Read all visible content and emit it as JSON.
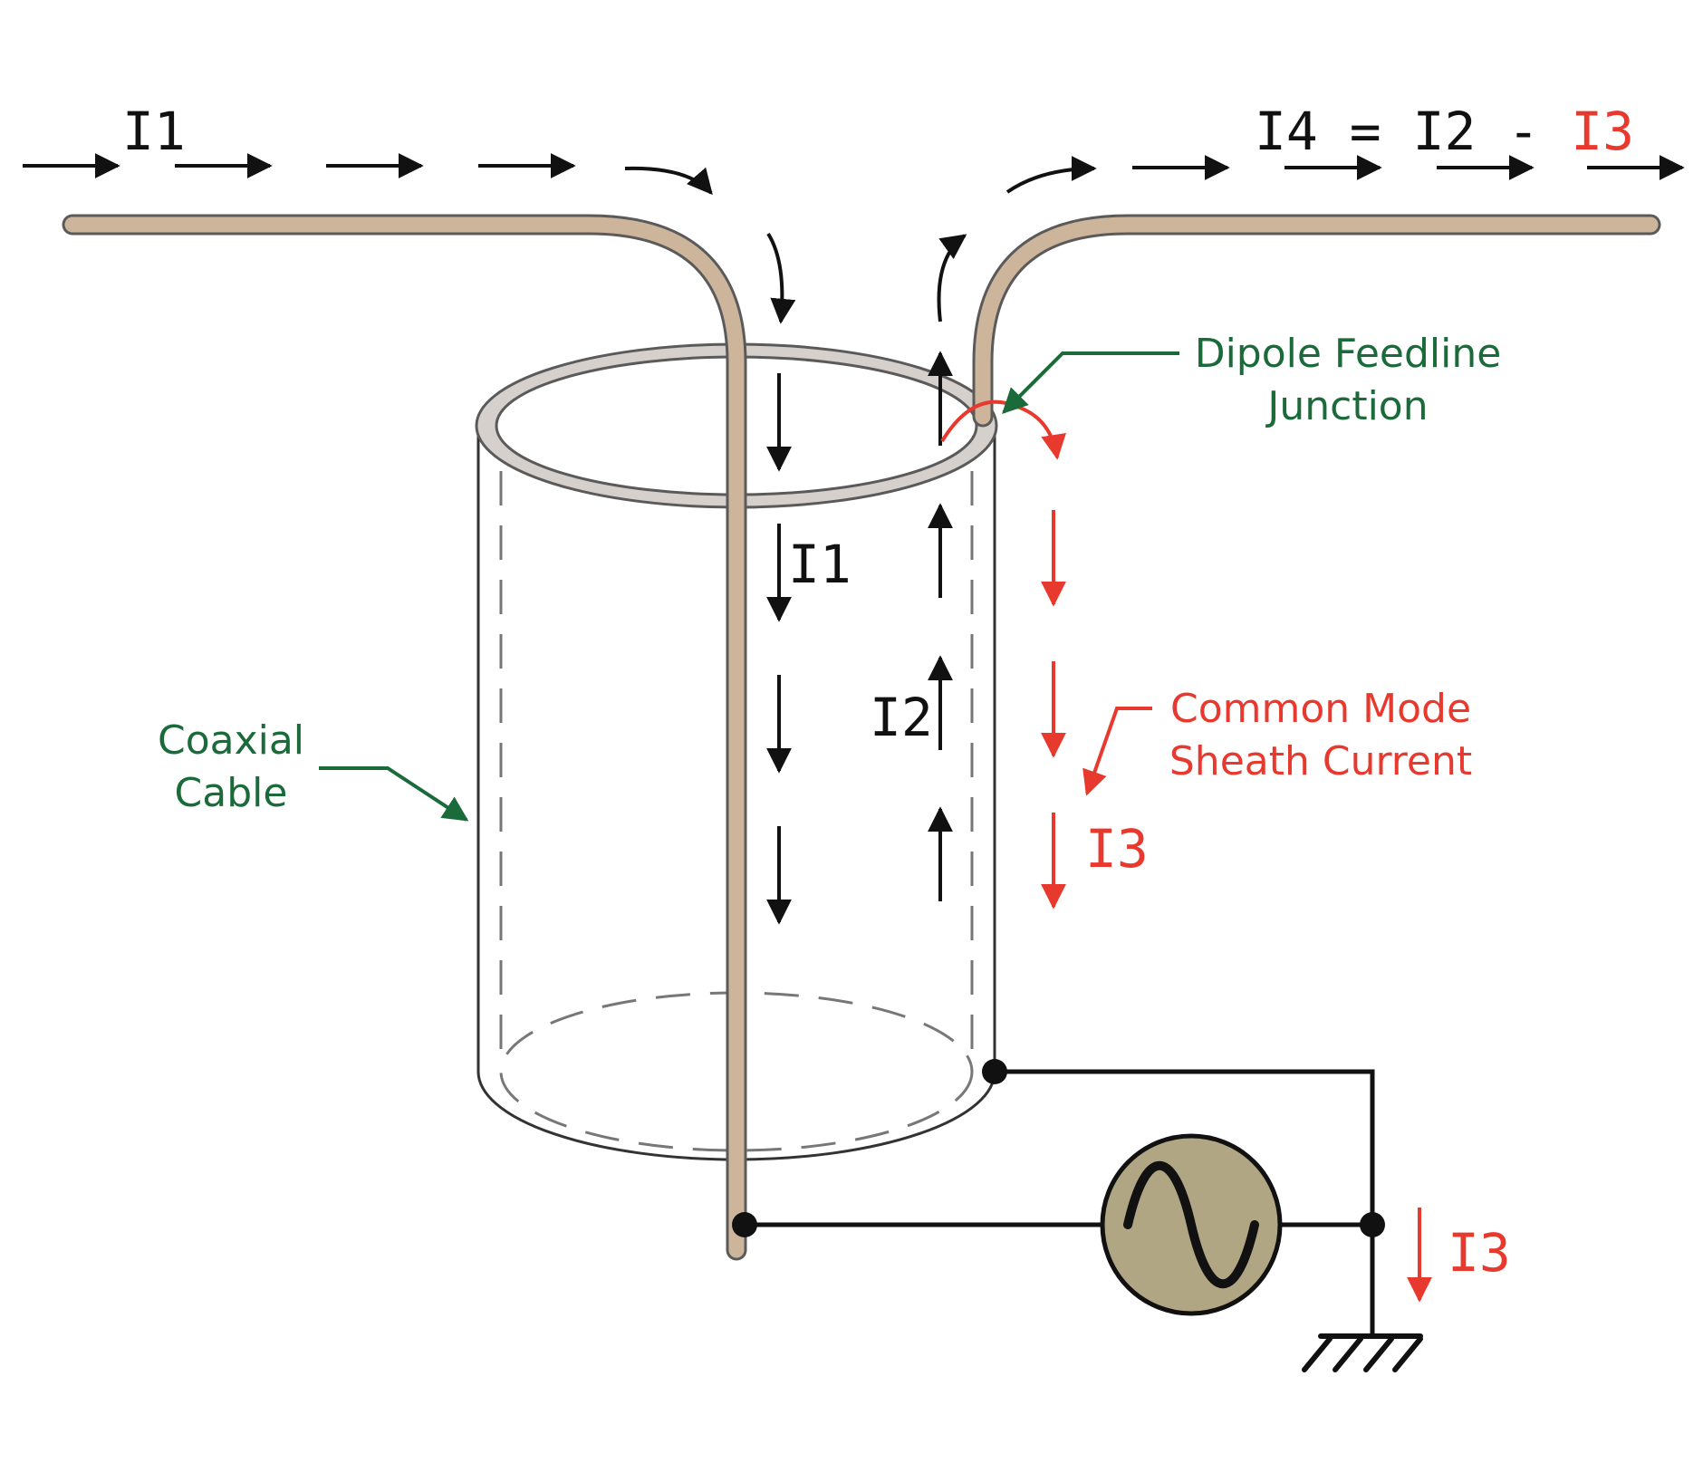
{
  "colors": {
    "black": "#111111",
    "red": "#e8392e",
    "green": "#1b6b3a",
    "wire_fill": "#cdb59c",
    "wire_stroke": "#5a5a5a",
    "ring_fill": "#d6d0cc",
    "generator_fill": "#b1a683",
    "dash": "#777777"
  },
  "labels": {
    "i1_top": "I1",
    "i4_part": "I4 = I2 - ",
    "i3_part": "I3",
    "i1_inner": "I1",
    "i2_inner": "I2",
    "i3_sheath": "I3",
    "i3_ground": "I3",
    "junction_line1": "Dipole Feedline",
    "junction_line2": "Junction",
    "sheath_line1": "Common Mode",
    "sheath_line2": "Sheath Current",
    "coax_line1": "Coaxial",
    "coax_line2": "Cable"
  },
  "icons": {
    "generator": "ac-source-icon",
    "ground": "ground-icon"
  }
}
